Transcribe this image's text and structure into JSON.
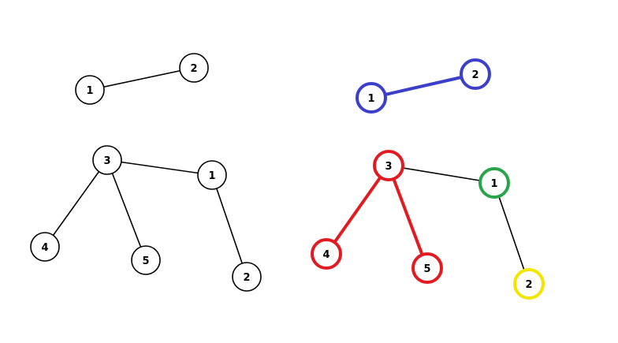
{
  "colors": {
    "default": "#000000",
    "blue": "#3b3fc9",
    "red": "#e21b23",
    "green": "#2aa34a",
    "yellow": "#f2e600"
  },
  "graphs": [
    {
      "id": "top-left",
      "nodes": [
        {
          "id": "n1",
          "label": "1",
          "color": "default"
        },
        {
          "id": "n2",
          "label": "2",
          "color": "default"
        }
      ],
      "edges": [
        {
          "from": "n1",
          "to": "n2",
          "color": "default"
        }
      ]
    },
    {
      "id": "top-right",
      "nodes": [
        {
          "id": "n1",
          "label": "1",
          "color": "blue"
        },
        {
          "id": "n2",
          "label": "2",
          "color": "blue"
        }
      ],
      "edges": [
        {
          "from": "n1",
          "to": "n2",
          "color": "blue"
        }
      ]
    },
    {
      "id": "bottom-left",
      "nodes": [
        {
          "id": "n3",
          "label": "3",
          "color": "default"
        },
        {
          "id": "n1",
          "label": "1",
          "color": "default"
        },
        {
          "id": "n4",
          "label": "4",
          "color": "default"
        },
        {
          "id": "n5",
          "label": "5",
          "color": "default"
        },
        {
          "id": "n2",
          "label": "2",
          "color": "default"
        }
      ],
      "edges": [
        {
          "from": "n3",
          "to": "n1",
          "color": "default"
        },
        {
          "from": "n3",
          "to": "n4",
          "color": "default"
        },
        {
          "from": "n3",
          "to": "n5",
          "color": "default"
        },
        {
          "from": "n1",
          "to": "n2",
          "color": "default"
        }
      ]
    },
    {
      "id": "bottom-right",
      "nodes": [
        {
          "id": "n3",
          "label": "3",
          "color": "red"
        },
        {
          "id": "n1",
          "label": "1",
          "color": "green"
        },
        {
          "id": "n4",
          "label": "4",
          "color": "red"
        },
        {
          "id": "n5",
          "label": "5",
          "color": "red"
        },
        {
          "id": "n2",
          "label": "2",
          "color": "yellow"
        }
      ],
      "edges": [
        {
          "from": "n3",
          "to": "n1",
          "color": "default"
        },
        {
          "from": "n3",
          "to": "n4",
          "color": "red"
        },
        {
          "from": "n3",
          "to": "n5",
          "color": "red"
        },
        {
          "from": "n1",
          "to": "n2",
          "color": "default"
        }
      ]
    }
  ]
}
